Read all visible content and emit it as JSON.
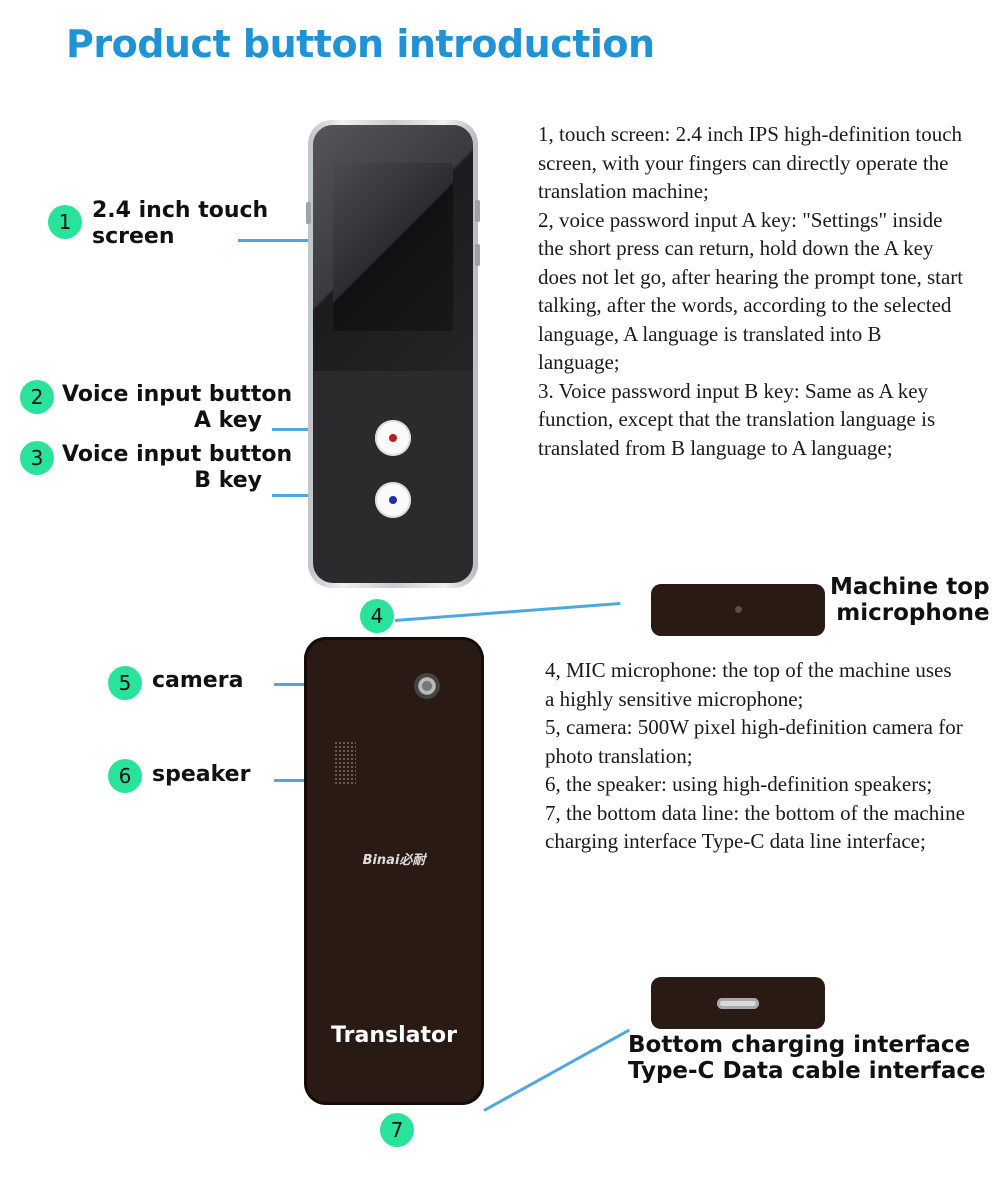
{
  "title": "Product button introduction",
  "callouts": {
    "c1": {
      "num": "1",
      "line1": "2.4 inch touch",
      "line2": "screen"
    },
    "c2": {
      "num": "2",
      "line1": "Voice input button",
      "line2": "A key"
    },
    "c3": {
      "num": "3",
      "line1": "Voice input button",
      "line2": "B key"
    },
    "c4": {
      "num": "4",
      "line1": "Machine top",
      "line2": "microphone"
    },
    "c5": {
      "num": "5",
      "label": "camera"
    },
    "c6": {
      "num": "6",
      "label": "speaker"
    },
    "c7": {
      "num": "7",
      "line1": "Bottom charging interface",
      "line2": "Type-C Data cable interface"
    }
  },
  "descriptions": {
    "top": [
      "1, touch screen: 2.4 inch IPS high-definition touch screen, with your fingers can directly operate the translation machine;",
      "2, voice password input A key: \"Settings\" inside the short press can return, hold down the A key does not let go, after hearing the prompt tone, start talking, after the words, according to the selected language, A language is translated into B language;",
      "3. Voice password input B key: Same as A key function, except that the translation language is translated from B language to A language;"
    ],
    "bottom": [
      "4, MIC microphone: the top of the machine uses a highly sensitive microphone;",
      "5, camera: 500W pixel high-definition camera for photo translation;",
      "6, the speaker: using high-definition speakers;",
      "7, the bottom data line: the bottom of the machine charging interface Type-C data line interface;"
    ]
  },
  "device": {
    "brand": "Binai必耐",
    "back_label": "Translator"
  },
  "colors": {
    "title": "#1f93d6",
    "badge": "#29e39a",
    "leader_line": "#4da8de",
    "device_back": "#2a1a14"
  }
}
